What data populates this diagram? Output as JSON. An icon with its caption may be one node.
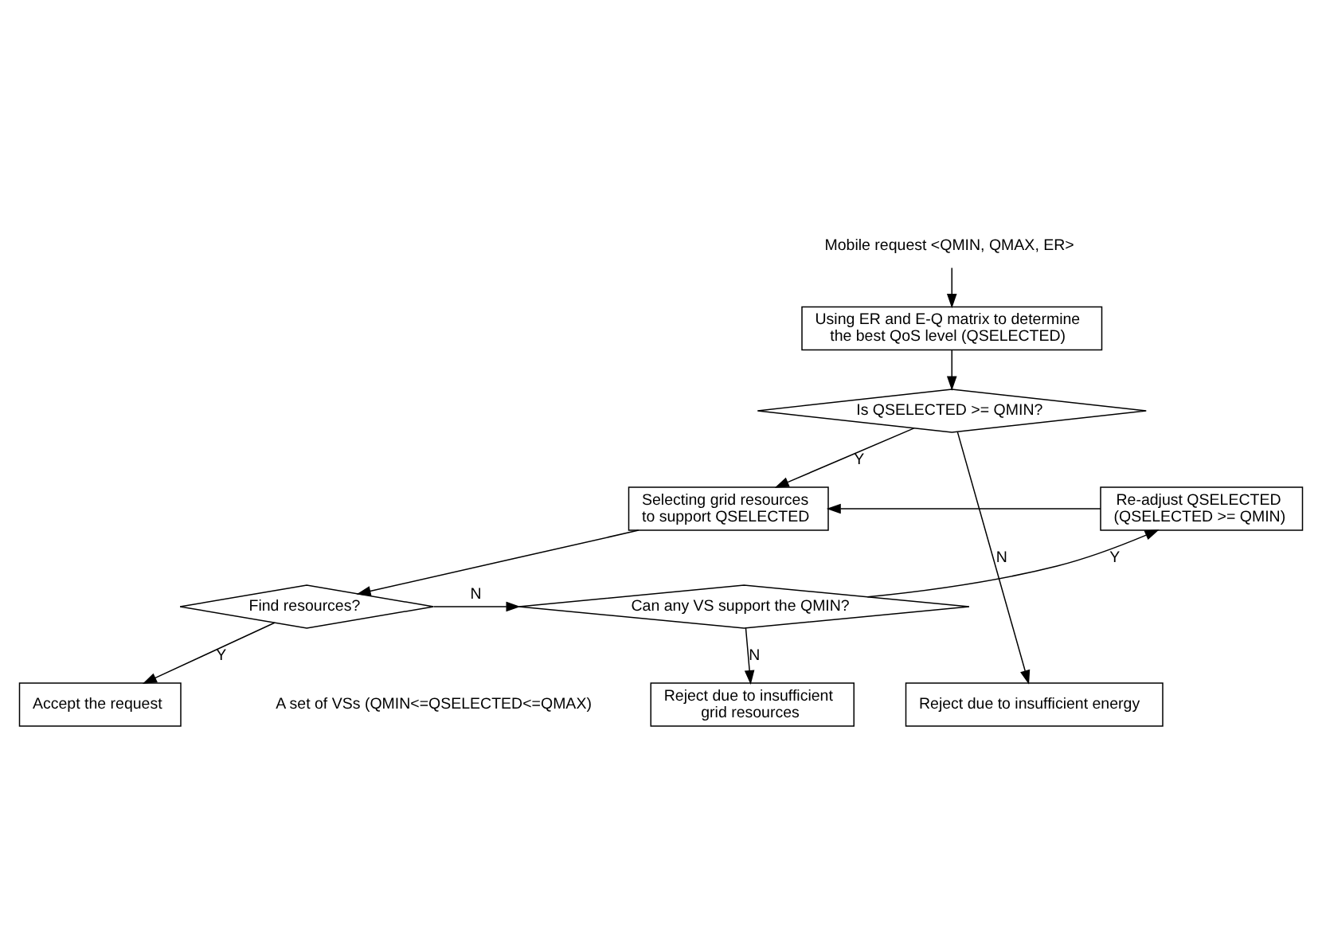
{
  "diagram": {
    "nodes": [
      {
        "text": [
          "Mobile request <QMIN, QMAX, ER>"
        ]
      },
      {
        "text": [
          "Using ER and E-Q matrix to determine the best QoS level (QSELECTED)"
        ]
      },
      {
        "text": [
          "Is QSELECTED >= QMIN?"
        ]
      },
      {
        "text": [
          "Selecting grid resources to support QSELECTED"
        ]
      },
      {
        "text": [
          "Re-adjust QSELECTED (QSELECTED >= QMIN)"
        ]
      },
      {
        "text": [
          "Find resources?"
        ]
      },
      {
        "text": [
          "Can any VS support the QMIN?"
        ]
      },
      {
        "text": [
          "Reject due to insufficient energy"
        ]
      },
      {
        "text": [
          "Accept the request"
        ]
      },
      {
        "text": [
          "Reject due to insufficient grid resources"
        ]
      }
    ],
    "edges": [
      {
        "from": 0,
        "to": 1,
        "arrow": "to"
      },
      {
        "from": 1,
        "to": 2,
        "arrow": "to"
      },
      {
        "from": 2,
        "to": 3,
        "arrow": "to",
        "label": "Y"
      },
      {
        "from": 2,
        "to": 7,
        "arrow": "to",
        "label": "N"
      },
      {
        "from": 3,
        "to": 5,
        "arrow": "to"
      },
      {
        "from": 5,
        "to": 6,
        "arrow": "to",
        "label": "N"
      },
      {
        "from": 6,
        "to": 4,
        "arrow": "to",
        "label": "Y"
      },
      {
        "from": 4,
        "to": 3,
        "arrow": "to"
      },
      {
        "from": 5,
        "to": 8,
        "arrow": "to",
        "label": "Y"
      },
      {
        "from": 6,
        "to": 9,
        "arrow": "to",
        "label": "N"
      }
    ],
    "labels": [
      "A set of VSs (QMIN<=QSELECTED<=QMAX)"
    ]
  }
}
